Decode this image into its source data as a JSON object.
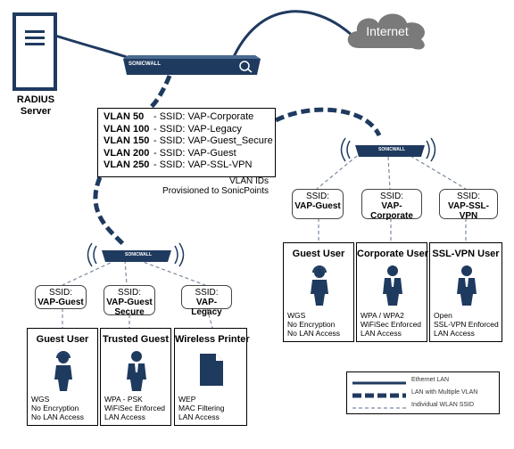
{
  "internet_label": "Internet",
  "radius": {
    "line1": "RADIUS",
    "line2": "Server"
  },
  "appliance_brand": "SONICWALL",
  "vlans": [
    {
      "id": "VLAN 50",
      "ssid": "- SSID: VAP-Corporate"
    },
    {
      "id": "VLAN 100",
      "ssid": "- SSID: VAP-Legacy"
    },
    {
      "id": "VLAN 150",
      "ssid": "- SSID: VAP-Guest_Secure"
    },
    {
      "id": "VLAN 200",
      "ssid": "- SSID: VAP-Guest"
    },
    {
      "id": "VLAN 250",
      "ssid": "- SSID: VAP-SSL-VPN"
    }
  ],
  "vlan_note": {
    "line1": "VLAN IDs",
    "line2": "Provisioned to SonicPoints"
  },
  "left_ssids": [
    {
      "label": "SSID:",
      "name": "VAP-Guest",
      "name2": ""
    },
    {
      "label": "SSID:",
      "name": "VAP-Guest",
      "name2": "Secure"
    },
    {
      "label": "SSID:",
      "name": "VAP-Legacy",
      "name2": ""
    }
  ],
  "right_ssids": [
    {
      "label": "SSID:",
      "name": "VAP-Guest",
      "name2": ""
    },
    {
      "label": "SSID:",
      "name": "VAP-Corporate",
      "name2": ""
    },
    {
      "label": "SSID:",
      "name": "VAP-SSL-VPN",
      "name2": ""
    }
  ],
  "left_users": [
    {
      "title": "Guest User",
      "icon": "headset-user-icon",
      "desc": [
        "WGS",
        "No Encryption",
        "No LAN Access"
      ]
    },
    {
      "title": "Trusted Guest",
      "icon": "business-user-icon",
      "desc": [
        "WPA - PSK",
        "WiFiSec Enforced",
        "LAN Access"
      ]
    },
    {
      "title": "Wireless Printer",
      "icon": "document-icon",
      "desc": [
        "WEP",
        "MAC Filtering",
        "LAN Access"
      ]
    }
  ],
  "right_users": [
    {
      "title": "Guest User",
      "icon": "headset-user-icon",
      "desc": [
        "WGS",
        "No Encryption",
        "No LAN Access"
      ]
    },
    {
      "title": "Corporate User",
      "icon": "business-user-icon",
      "desc": [
        "WPA / WPA2",
        "WiFiSec Enforced",
        "LAN Access"
      ]
    },
    {
      "title": "SSL-VPN User",
      "icon": "business-user-icon",
      "desc": [
        "Open",
        "SSL-VPN Enforced",
        "LAN Access"
      ]
    }
  ],
  "legend": {
    "ethernet": "Ethernet LAN",
    "multi_vlan": "LAN with Multiple VLAN",
    "individual": "Individual WLAN SSID"
  },
  "colors": {
    "navy": "#1f3a5f",
    "cloud": "#7a7a7a"
  }
}
